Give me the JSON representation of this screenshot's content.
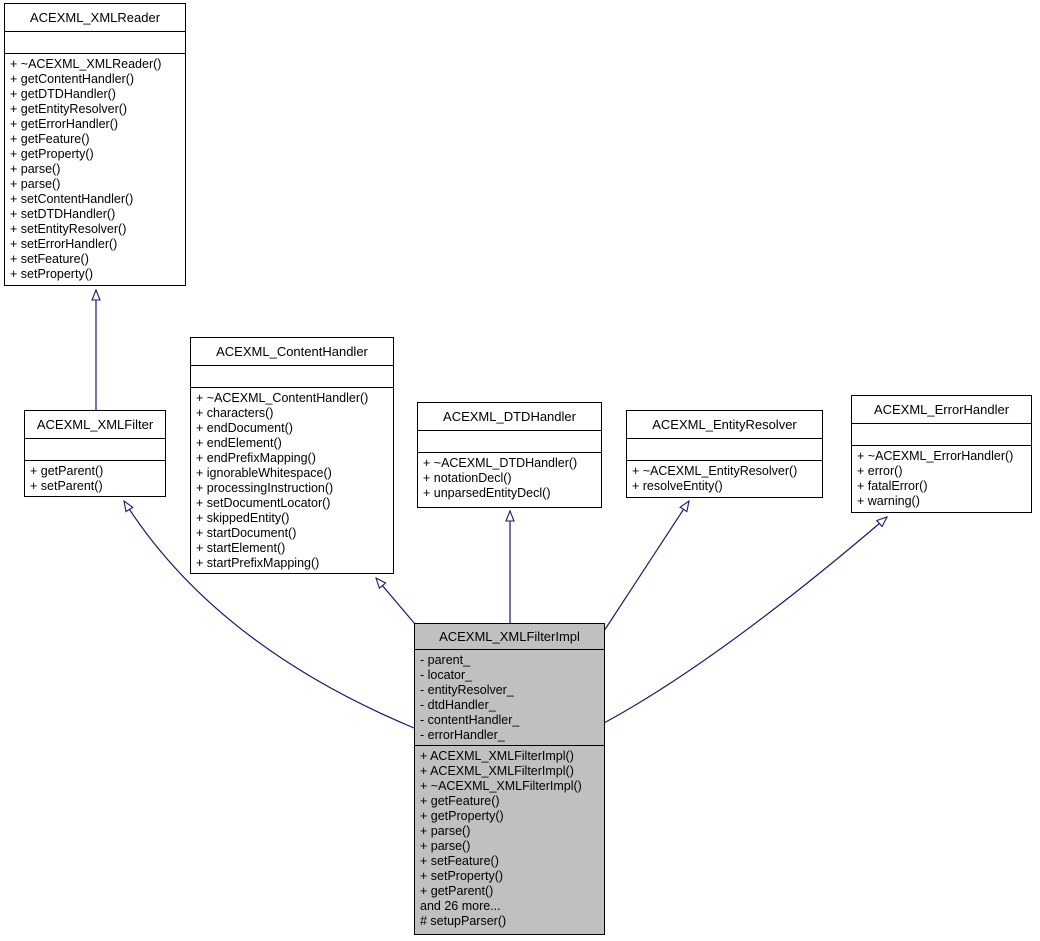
{
  "diagram": {
    "type": "uml_class_inheritance_diagram",
    "focus_class": "ACEXML_XMLFilterImpl",
    "colors": {
      "edge": "#191970",
      "box_border": "#000000",
      "box_fill": "#ffffff",
      "focus_fill": "#c0c0c0"
    }
  },
  "classes": [
    {
      "name": "ACEXML_XMLReader",
      "attributes": [],
      "methods": [
        "+ ~ACEXML_XMLReader()",
        "+ getContentHandler()",
        "+ getDTDHandler()",
        "+ getEntityResolver()",
        "+ getErrorHandler()",
        "+ getFeature()",
        "+ getProperty()",
        "+ parse()",
        "+ parse()",
        "+ setContentHandler()",
        "+ setDTDHandler()",
        "+ setEntityResolver()",
        "+ setErrorHandler()",
        "+ setFeature()",
        "+ setProperty()"
      ]
    },
    {
      "name": "ACEXML_XMLFilter",
      "attributes": [],
      "methods": [
        "+ getParent()",
        "+ setParent()"
      ]
    },
    {
      "name": "ACEXML_ContentHandler",
      "attributes": [],
      "methods": [
        "+ ~ACEXML_ContentHandler()",
        "+ characters()",
        "+ endDocument()",
        "+ endElement()",
        "+ endPrefixMapping()",
        "+ ignorableWhitespace()",
        "+ processingInstruction()",
        "+ setDocumentLocator()",
        "+ skippedEntity()",
        "+ startDocument()",
        "+ startElement()",
        "+ startPrefixMapping()"
      ]
    },
    {
      "name": "ACEXML_DTDHandler",
      "attributes": [],
      "methods": [
        "+ ~ACEXML_DTDHandler()",
        "+ notationDecl()",
        "+ unparsedEntityDecl()"
      ]
    },
    {
      "name": "ACEXML_EntityResolver",
      "attributes": [],
      "methods": [
        "+ ~ACEXML_EntityResolver()",
        "+ resolveEntity()"
      ]
    },
    {
      "name": "ACEXML_ErrorHandler",
      "attributes": [],
      "methods": [
        "+ ~ACEXML_ErrorHandler()",
        "+ error()",
        "+ fatalError()",
        "+ warning()"
      ]
    },
    {
      "name": "ACEXML_XMLFilterImpl",
      "attributes": [
        "- parent_",
        "- locator_",
        "- entityResolver_",
        "- dtdHandler_",
        "- contentHandler_",
        "- errorHandler_"
      ],
      "methods": [
        "+ ACEXML_XMLFilterImpl()",
        "+ ACEXML_XMLFilterImpl()",
        "+ ~ACEXML_XMLFilterImpl()",
        "+ getFeature()",
        "+ getProperty()",
        "+ parse()",
        "+ parse()",
        "+ setFeature()",
        "+ setProperty()",
        "+ getParent()",
        "and 26 more...",
        "# setupParser()"
      ]
    }
  ],
  "edges": [
    {
      "from": "ACEXML_XMLFilter",
      "to": "ACEXML_XMLReader",
      "type": "inheritance"
    },
    {
      "from": "ACEXML_XMLFilterImpl",
      "to": "ACEXML_XMLFilter",
      "type": "inheritance"
    },
    {
      "from": "ACEXML_XMLFilterImpl",
      "to": "ACEXML_ContentHandler",
      "type": "inheritance"
    },
    {
      "from": "ACEXML_XMLFilterImpl",
      "to": "ACEXML_DTDHandler",
      "type": "inheritance"
    },
    {
      "from": "ACEXML_XMLFilterImpl",
      "to": "ACEXML_EntityResolver",
      "type": "inheritance"
    },
    {
      "from": "ACEXML_XMLFilterImpl",
      "to": "ACEXML_ErrorHandler",
      "type": "inheritance"
    }
  ]
}
